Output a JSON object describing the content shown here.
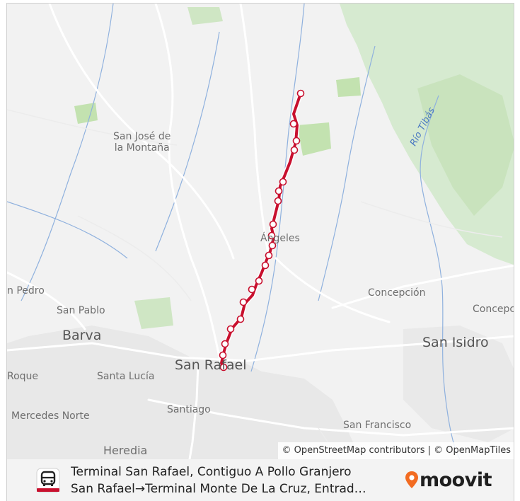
{
  "map": {
    "places": [
      {
        "id": "san-jose-de-la-montana",
        "label": "San José de\nla Montaña"
      },
      {
        "id": "angeles",
        "label": "Ángeles"
      },
      {
        "id": "san-pedro",
        "label": "n Pedro"
      },
      {
        "id": "san-pablo",
        "label": "San Pablo"
      },
      {
        "id": "barva",
        "label": "Barva"
      },
      {
        "id": "concepcion",
        "label": "Concepción"
      },
      {
        "id": "concepcion-edge",
        "label": "Concepc"
      },
      {
        "id": "san-isidro",
        "label": "San Isidro"
      },
      {
        "id": "san-rafael",
        "label": "San Rafael"
      },
      {
        "id": "roque",
        "label": "Roque"
      },
      {
        "id": "santa-lucia",
        "label": "Santa Lucía"
      },
      {
        "id": "santiago",
        "label": "Santiago"
      },
      {
        "id": "mercedes-norte",
        "label": "Mercedes Norte"
      },
      {
        "id": "san-francisco",
        "label": "San Francisco"
      },
      {
        "id": "heredia",
        "label": "Heredia"
      }
    ],
    "river_label": "Río Tibás",
    "attribution": "© OpenStreetMap contributors | © OpenMapTiles",
    "colors": {
      "route": "#c8102e",
      "forest": "#cfe6c4",
      "park": "#bfe0ac",
      "water": "#7fa7d8",
      "road": "#ffffff"
    }
  },
  "footer": {
    "icon": "bus-icon",
    "route_line1": "Terminal San Rafael, Contiguo A Pollo Granjero",
    "route_line2": "San Rafael→Terminal Monte De La Cruz, Entrad…",
    "logo_text": "moovit",
    "logo_icon": "moovit-pin-icon",
    "logo_color": "#f26b21"
  }
}
